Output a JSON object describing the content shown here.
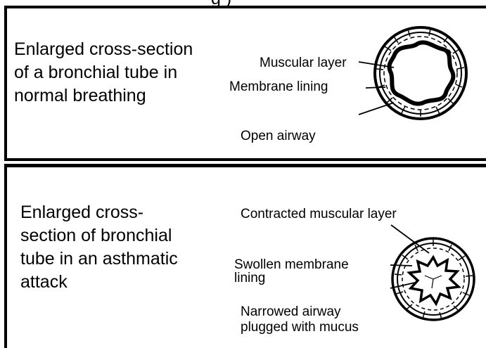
{
  "top_caption": "g                              )",
  "normal": {
    "heading_lines": [
      "Enlarged cross-section",
      "of a bronchial tube in",
      "normal breathing"
    ],
    "labels": {
      "muscular": "Muscular layer",
      "membrane": "Membrane lining",
      "airway": "Open airway"
    }
  },
  "asthma": {
    "heading_lines": [
      "Enlarged cross-",
      "section of bronchial",
      "tube in an asthmatic",
      "attack"
    ],
    "labels": {
      "muscular": "Contracted muscular layer",
      "membrane_lines": [
        "Swollen membrane",
        "lining"
      ],
      "airway_lines": [
        "Narrowed airway",
        "plugged with mucus"
      ]
    }
  },
  "colors": {
    "ink": "#000000",
    "background": "#ffffff"
  }
}
